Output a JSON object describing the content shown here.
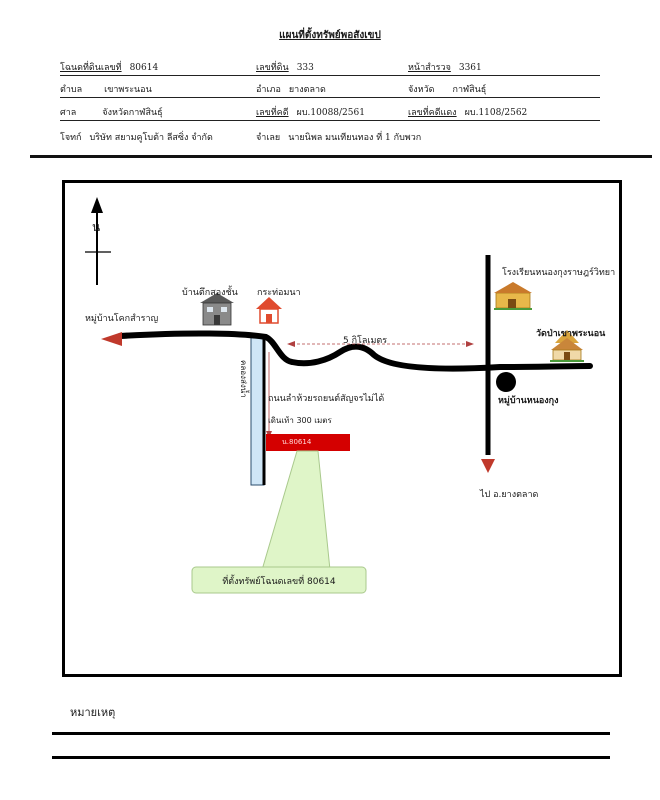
{
  "title": "แผนที่ตั้งทรัพย์พอสังเขป",
  "header": {
    "row1": {
      "deed_label": "โฉนดที่ดินเลขที่",
      "deed_value": "80614",
      "land_no_label": "เลขที่ดิน",
      "land_no_value": "333",
      "survey_label": "หน้าสำรวจ",
      "survey_value": "3361"
    },
    "row2": {
      "subdistrict_label": "ตำบล",
      "subdistrict_value": "เขาพระนอน",
      "district_label": "อำเภอ",
      "district_value": "ยางตลาด",
      "province_label": "จังหวัด",
      "province_value": "กาฬสินธุ์"
    },
    "row3": {
      "court_label": "ศาล",
      "court_value": "จังหวัดกาฬสินธุ์",
      "case_label": "เลขที่คดี",
      "case_value": "ผบ.10088/2561",
      "red_case_label": "เลขที่คดีแดง",
      "red_case_value": "ผบ.1108/2562"
    },
    "row4": {
      "plaintiff_label": "โจทก์",
      "plaintiff_value": "บริษัท สยามคูโบต้า ลีสซิ่ง จำกัด",
      "defendant_label": "จำเลย",
      "defendant_value": "นายนิพล มนเทียนทอง ที่ 1 กับพวก"
    }
  },
  "map": {
    "north_label": "น",
    "village_west": "หมู่บ้านโคกสำราญ",
    "two_storey_house": "บ้านตึกสองชั้น",
    "hut": "กระท่อมนา",
    "distance_5km": "5 กิโลเมตร",
    "canal": "คลองส่งน้ำ",
    "dirt_road": "ถนนลำห้วยรถยนต์สัญจรไม่ได้",
    "walk_300m": "เดินเท้า 300 เมตร",
    "plot_tag": "น.80614",
    "school": "โรงเรียนหนองกุงราษฎร์วิทยา",
    "temple": "วัดป่าเขาพระนอน",
    "village_nongkung": "หมู่บ้านหนองกุง",
    "to_yangtalat": "ไป อ.ยางตลาด",
    "callout": "ที่ตั้งทรัพย์โฉนดเลขที่ 80614",
    "colors": {
      "road": "#000000",
      "canal": "#cfe6f7",
      "plot": "#d40000",
      "callout_fill": "#dff5c8",
      "arrow": "#c0392b"
    }
  },
  "notes_label": "หมายเหตุ"
}
